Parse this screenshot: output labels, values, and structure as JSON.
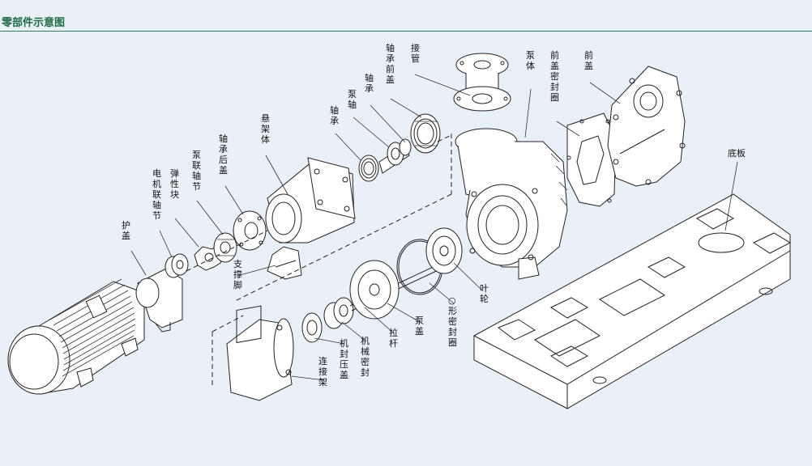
{
  "header": {
    "title": "零部件示意图"
  },
  "labels": [
    {
      "id": "hu-gai",
      "text": "护盖"
    },
    {
      "id": "dianji-lianzhoujie",
      "text": "电机联轴节"
    },
    {
      "id": "tanxing-kuai",
      "text": "弹性块"
    },
    {
      "id": "benglian-zhoujie",
      "text": "泵联轴节"
    },
    {
      "id": "zhoucheng-hougai",
      "text": "轴承后盖"
    },
    {
      "id": "xuanjia-ti",
      "text": "悬架体"
    },
    {
      "id": "zhi-cheng-jiao",
      "text": "支撑脚"
    },
    {
      "id": "zhou-cheng",
      "text": "轴承"
    },
    {
      "id": "beng-zhou",
      "text": "泵轴"
    },
    {
      "id": "zhoucheng-2",
      "text": "轴承"
    },
    {
      "id": "zhoucheng-qiangai",
      "text": "轴承前盖"
    },
    {
      "id": "jie-guan",
      "text": "接管"
    },
    {
      "id": "beng-ti",
      "text": "泵体"
    },
    {
      "id": "qiangai-mifengquan",
      "text": "前盖密封圈"
    },
    {
      "id": "qian-gai",
      "text": "前盖"
    },
    {
      "id": "di-ban",
      "text": "底板"
    },
    {
      "id": "ye-lun",
      "text": "叶轮"
    },
    {
      "id": "o-xing-mifengquan",
      "text": "○形密封圈"
    },
    {
      "id": "beng-gai",
      "text": "泵盖"
    },
    {
      "id": "la-gan",
      "text": "拉杆"
    },
    {
      "id": "jixie-mifeng",
      "text": "机械密封"
    },
    {
      "id": "jifeng-yagai",
      "text": "机封压盖"
    },
    {
      "id": "lianjie-jia",
      "text": "连接架"
    }
  ]
}
